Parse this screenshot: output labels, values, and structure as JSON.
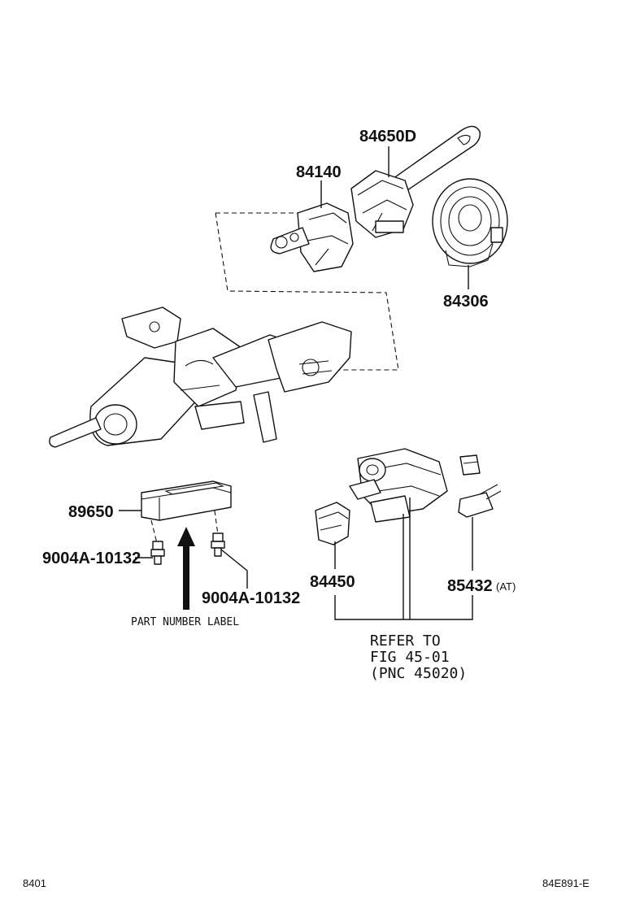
{
  "labels": {
    "p84650d": "84650D",
    "p84140": "84140",
    "p84306": "84306",
    "p89650": "89650",
    "bolt_left": "9004A-10132",
    "bolt_right": "9004A-10132",
    "p84450": "84450",
    "p85432": "85432",
    "p85432_note": "(AT)"
  },
  "notes": {
    "part_number_label": "PART NUMBER LABEL",
    "refer_line1": "REFER TO",
    "refer_line2": "FIG 45-01",
    "refer_line3": "(PNC 45020)"
  },
  "footer": {
    "page_code": "8401",
    "figure_code": "84E891-E"
  }
}
